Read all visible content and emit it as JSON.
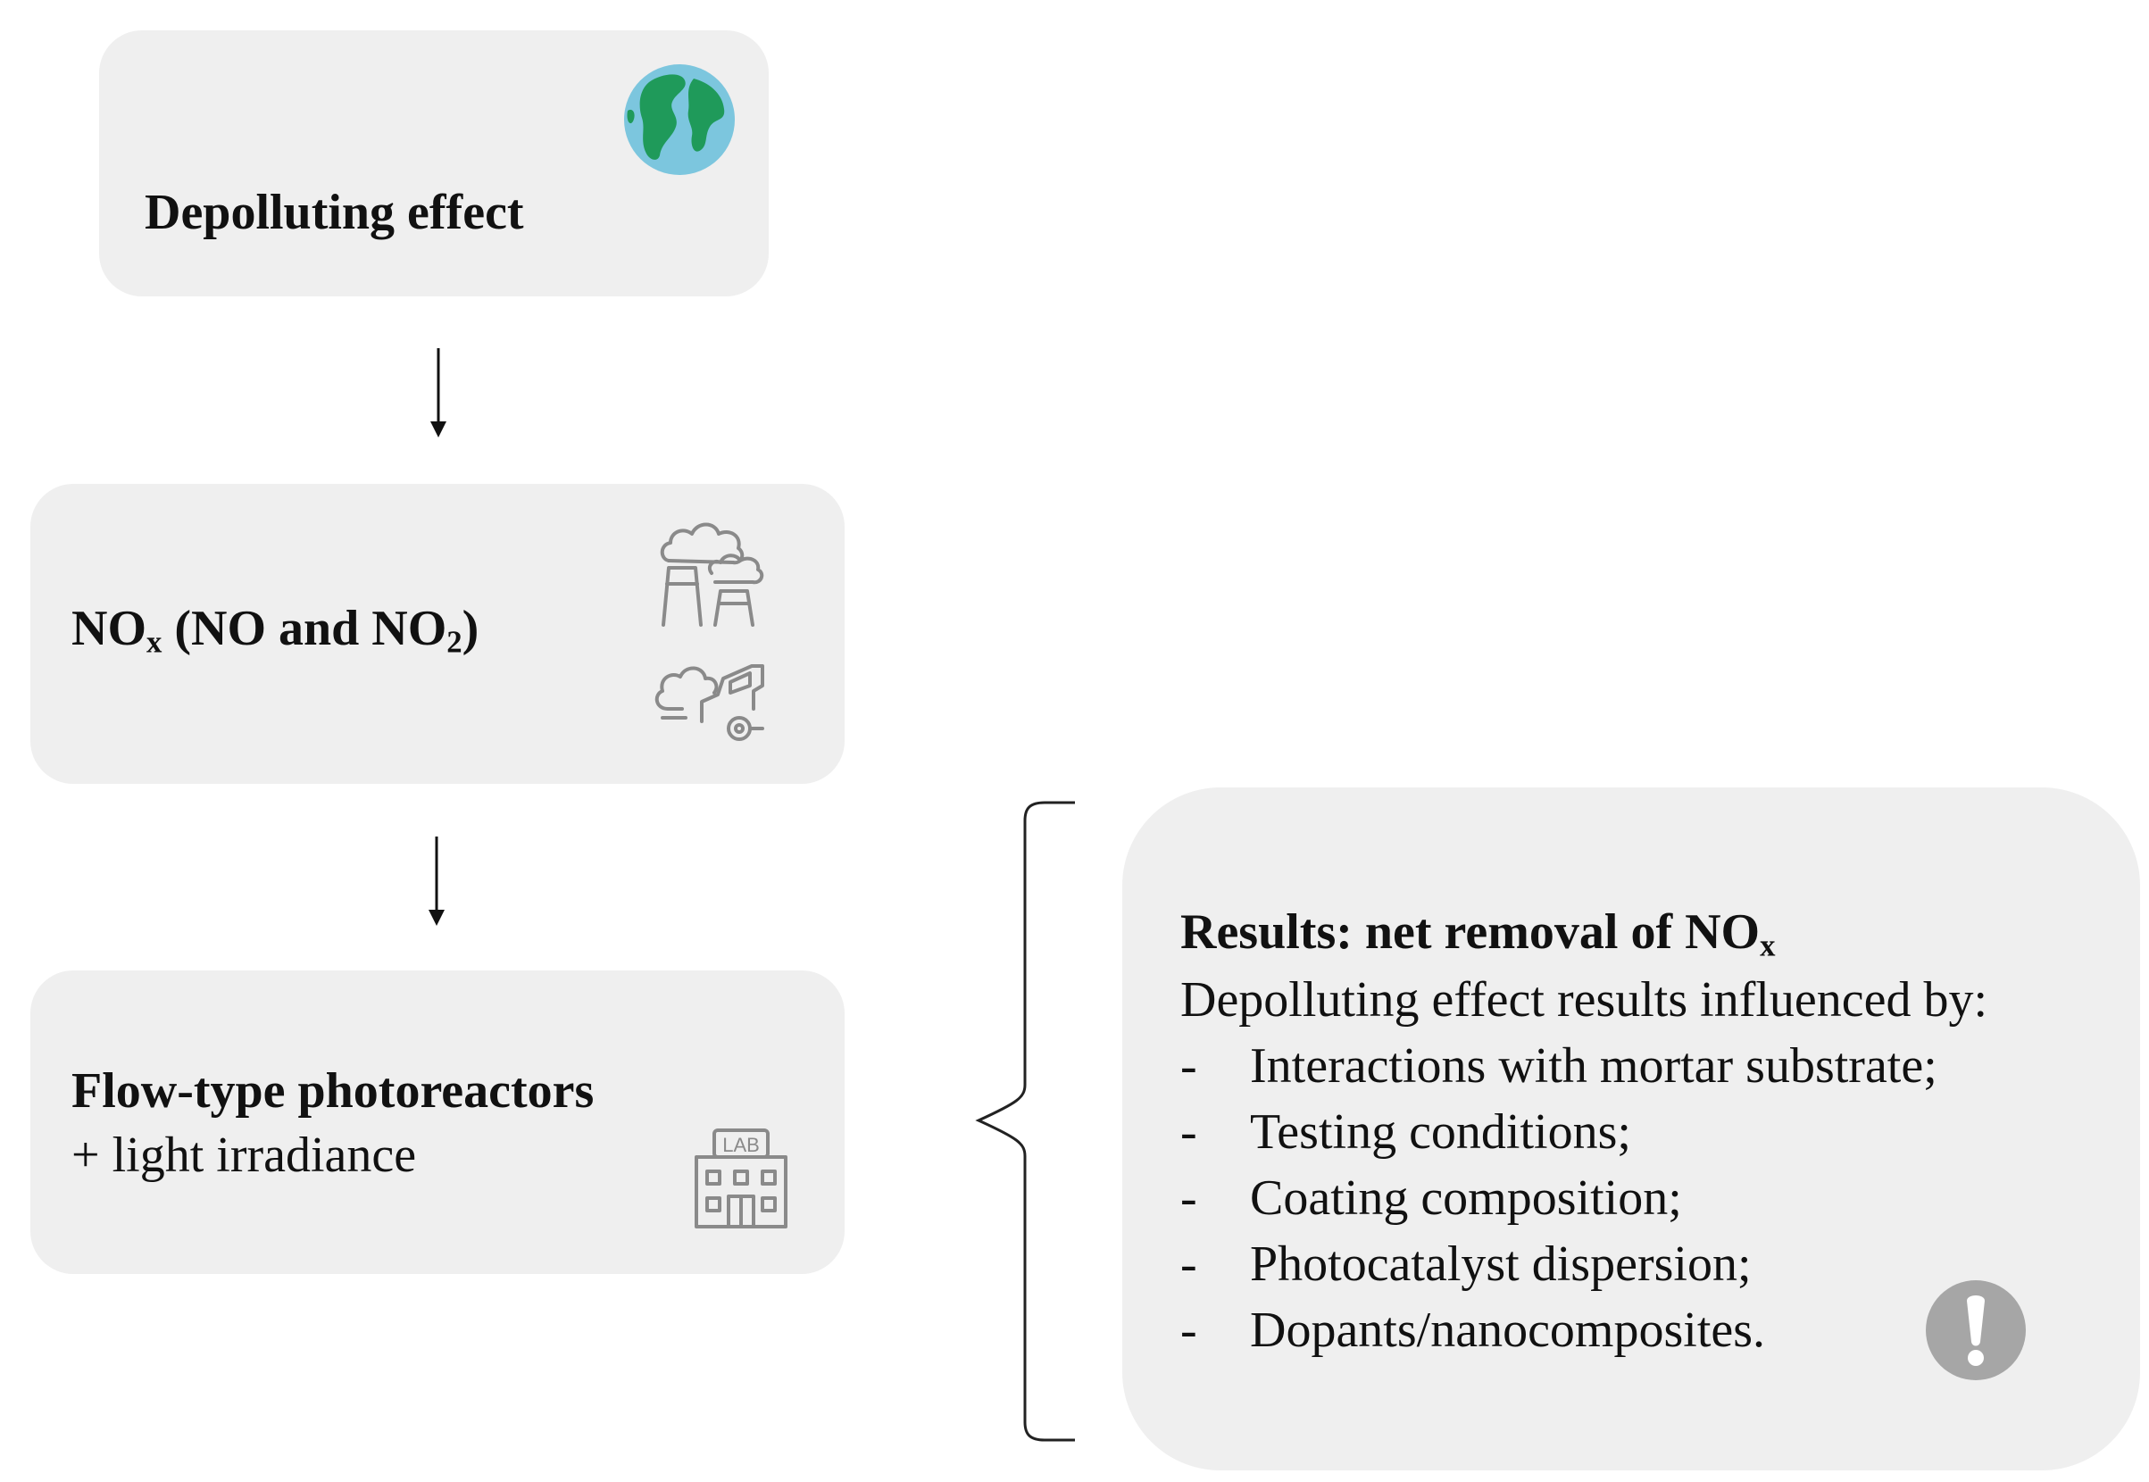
{
  "boxes": {
    "depolluting": {
      "title": "Depolluting effect"
    },
    "nox": {
      "title_main": "NO",
      "title_sub": "x",
      "title_mid": " (NO and NO",
      "title_sub2": "2",
      "title_end": ")"
    },
    "flow": {
      "title": "Flow-type photoreactors",
      "subtitle": "+ light irradiance"
    },
    "results": {
      "title_main": "Results: net removal of NO",
      "title_sub": "x",
      "intro": "Depolluting effect results influenced by:",
      "bullet": "-",
      "items": [
        "Interactions with mortar substrate;",
        "Testing conditions;",
        "Coating composition;",
        "Photocatalyst dispersion;",
        "Dopants/nanocomposites."
      ]
    }
  },
  "icons": {
    "globe": "globe-icon",
    "factory": "factory-smoke-icon",
    "car": "car-exhaust-icon",
    "lab": "lab-building-icon",
    "alert": "exclamation-icon",
    "lab_label": "LAB"
  },
  "colors": {
    "box_fill": "#efefef",
    "globe_ocean": "#7cc6de",
    "globe_land": "#1f9a5a",
    "icon_stroke": "#8a8a8a",
    "alert_fill": "#a6a6a6"
  }
}
